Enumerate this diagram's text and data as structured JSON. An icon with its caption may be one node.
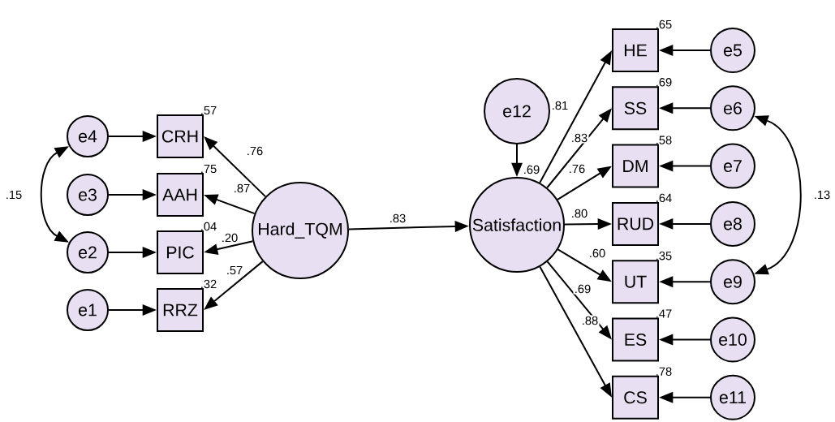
{
  "diagram": {
    "nodes": [
      {
        "text": [
          "e4"
        ]
      },
      {
        "text": [
          "e3"
        ]
      },
      {
        "text": [
          "e2"
        ]
      },
      {
        "text": [
          "e1"
        ]
      },
      {
        "text": [
          "CRH"
        ],
        "beside": [
          ".57"
        ]
      },
      {
        "text": [
          "AAH"
        ],
        "beside": [
          ".75"
        ]
      },
      {
        "text": [
          "PIC"
        ],
        "beside": [
          ".04"
        ]
      },
      {
        "text": [
          "RRZ"
        ],
        "beside": [
          ".32"
        ]
      },
      {
        "text": [
          "Hard_TQM"
        ]
      },
      {
        "text": [
          "e12"
        ]
      },
      {
        "text": [
          "Satisfaction"
        ],
        "beside": [
          ".69"
        ]
      },
      {
        "text": [
          "HE"
        ],
        "beside": [
          ".65"
        ]
      },
      {
        "text": [
          "SS"
        ],
        "beside": [
          ".69"
        ]
      },
      {
        "text": [
          "DM"
        ],
        "beside": [
          ".58"
        ]
      },
      {
        "text": [
          "RUD"
        ],
        "beside": [
          ".64"
        ]
      },
      {
        "text": [
          "UT"
        ],
        "beside": [
          ".35"
        ]
      },
      {
        "text": [
          "ES"
        ],
        "beside": [
          ".47"
        ]
      },
      {
        "text": [
          "CS"
        ],
        "beside": [
          ".78"
        ]
      },
      {
        "text": [
          "e5"
        ]
      },
      {
        "text": [
          "e6"
        ]
      },
      {
        "text": [
          "e7"
        ]
      },
      {
        "text": [
          "e8"
        ]
      },
      {
        "text": [
          "e9"
        ]
      },
      {
        "text": [
          "e10"
        ]
      },
      {
        "text": [
          "e11"
        ]
      }
    ],
    "edges": [
      {
        "from": 0,
        "to": 4,
        "arrow": "to"
      },
      {
        "from": 1,
        "to": 5,
        "arrow": "to"
      },
      {
        "from": 2,
        "to": 6,
        "arrow": "to"
      },
      {
        "from": 3,
        "to": 7,
        "arrow": "to"
      },
      {
        "from": 8,
        "to": 4,
        "arrow": "to",
        "label": ".76"
      },
      {
        "from": 8,
        "to": 5,
        "arrow": "to",
        "label": ".87"
      },
      {
        "from": 8,
        "to": 6,
        "arrow": "to",
        "label": ".20"
      },
      {
        "from": 8,
        "to": 7,
        "arrow": "to",
        "label": ".57"
      },
      {
        "from": 0,
        "to": 2,
        "arrow": "both",
        "label": ".15"
      },
      {
        "from": 8,
        "to": 10,
        "arrow": "to",
        "label": ".83"
      },
      {
        "from": 9,
        "to": 10,
        "arrow": "to"
      },
      {
        "from": 10,
        "to": 11,
        "arrow": "to",
        "label": ".81"
      },
      {
        "from": 10,
        "to": 12,
        "arrow": "to",
        "label": ".83"
      },
      {
        "from": 10,
        "to": 13,
        "arrow": "to",
        "label": ".76"
      },
      {
        "from": 10,
        "to": 14,
        "arrow": "to",
        "label": ".80"
      },
      {
        "from": 10,
        "to": 15,
        "arrow": "to",
        "label": ".60"
      },
      {
        "from": 10,
        "to": 16,
        "arrow": "to",
        "label": ".69"
      },
      {
        "from": 10,
        "to": 17,
        "arrow": "to",
        "label": ".88"
      },
      {
        "from": 18,
        "to": 11,
        "arrow": "to"
      },
      {
        "from": 19,
        "to": 12,
        "arrow": "to"
      },
      {
        "from": 20,
        "to": 13,
        "arrow": "to"
      },
      {
        "from": 21,
        "to": 14,
        "arrow": "to"
      },
      {
        "from": 22,
        "to": 15,
        "arrow": "to"
      },
      {
        "from": 23,
        "to": 16,
        "arrow": "to"
      },
      {
        "from": 24,
        "to": 17,
        "arrow": "to"
      },
      {
        "from": 19,
        "to": 22,
        "arrow": "both",
        "label": ".13"
      }
    ]
  }
}
